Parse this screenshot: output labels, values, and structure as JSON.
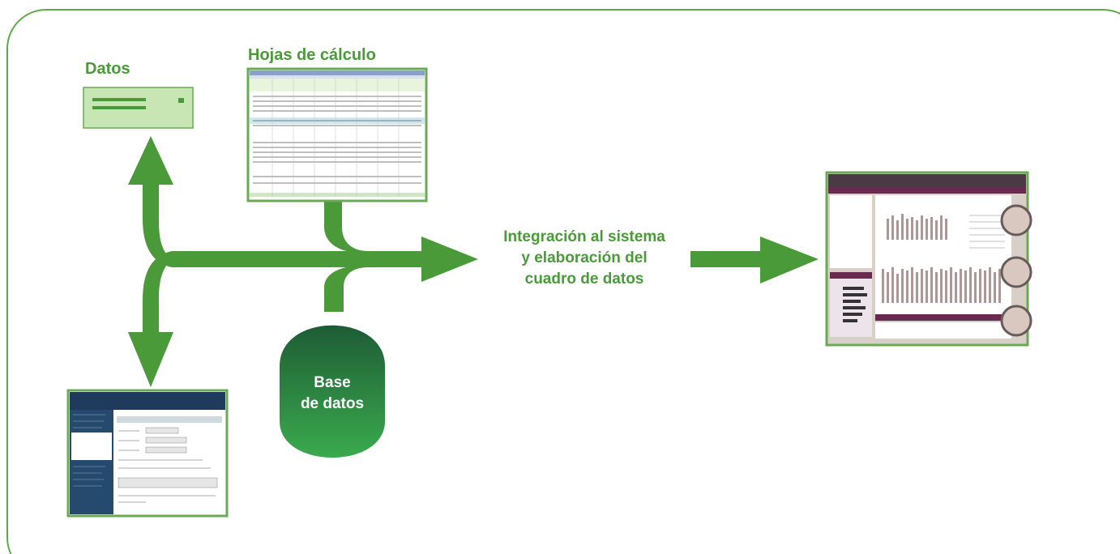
{
  "labels": {
    "datos": "Datos",
    "hojas": "Hojas de cálculo",
    "integracion": [
      "Integración al sistema",
      "y elaboración del",
      "cuadro de datos"
    ],
    "base_datos": [
      "Base",
      "de datos"
    ]
  },
  "colors": {
    "green": "#4a9a3a",
    "border": "#5fa84a",
    "server_fill": "#c8e6b4",
    "db_top": "#1e5c35",
    "db_bottom": "#3aaa4e",
    "purple": "#5a2a4a"
  },
  "icons": {
    "server": "server-icon",
    "spreadsheet": "spreadsheet-thumbnail",
    "web_form": "web-form-thumbnail",
    "dashboard": "dashboard-thumbnail",
    "database": "database-icon"
  }
}
